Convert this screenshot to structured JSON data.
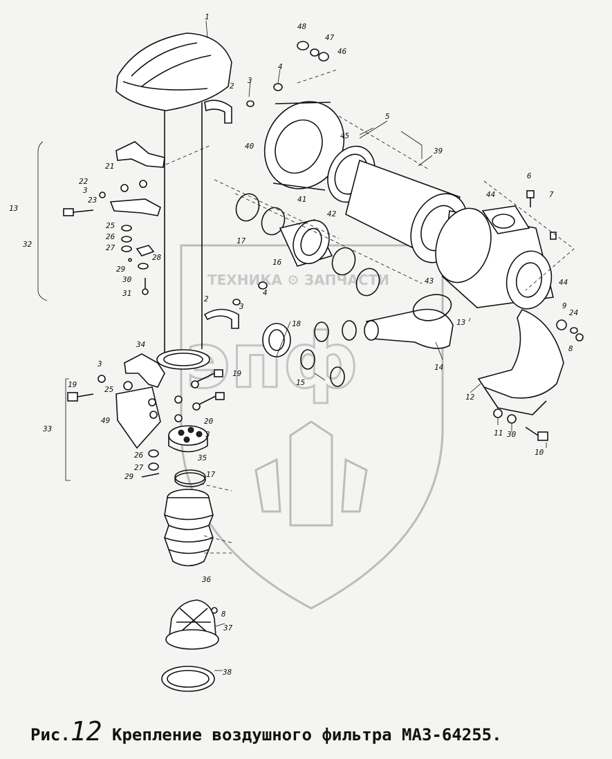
{
  "caption": {
    "prefix": "Рис.",
    "number": "12",
    "text": "Крепление воздушного фильтра МАЗ-64255."
  },
  "watermark": {
    "text": "ТЕХНИКА ⚙ ЗАПЧАСТИ",
    "logo": "эпф"
  },
  "callouts": {
    "c1": "1",
    "c2a": "2",
    "c2b": "2",
    "c3a": "3",
    "c3b": "3",
    "c3c": "3",
    "c3d": "3",
    "c3e": "3",
    "c4a": "4",
    "c4b": "4",
    "c5": "5",
    "c6": "6",
    "c7": "7",
    "c8a": "8",
    "c8b": "8",
    "c9": "9",
    "c10": "10",
    "c11": "11",
    "c12": "12",
    "c13a": "13",
    "c13b": "13",
    "c14": "14",
    "c15": "15",
    "c16": "16",
    "c17a": "17",
    "c17b": "17",
    "c18": "18",
    "c19a": "19",
    "c19b": "19",
    "c20": "20",
    "c21": "21",
    "c22": "22",
    "c23": "23",
    "c24": "24",
    "c25a": "25",
    "c25b": "25",
    "c26a": "26",
    "c26b": "26",
    "c27a": "27",
    "c27b": "27",
    "c28": "28",
    "c29a": "29",
    "c29b": "29",
    "c30a": "30",
    "c30b": "30",
    "c31": "31",
    "c32": "32",
    "c33": "33",
    "c34": "34",
    "c35": "35",
    "c36": "36",
    "c37": "37",
    "c38": "38",
    "c39": "39",
    "c40": "40",
    "c41": "41",
    "c42": "42",
    "c43": "43",
    "c44a": "44",
    "c44b": "44",
    "c45": "45",
    "c46": "46",
    "c47": "47",
    "c48": "48",
    "c49": "49"
  }
}
